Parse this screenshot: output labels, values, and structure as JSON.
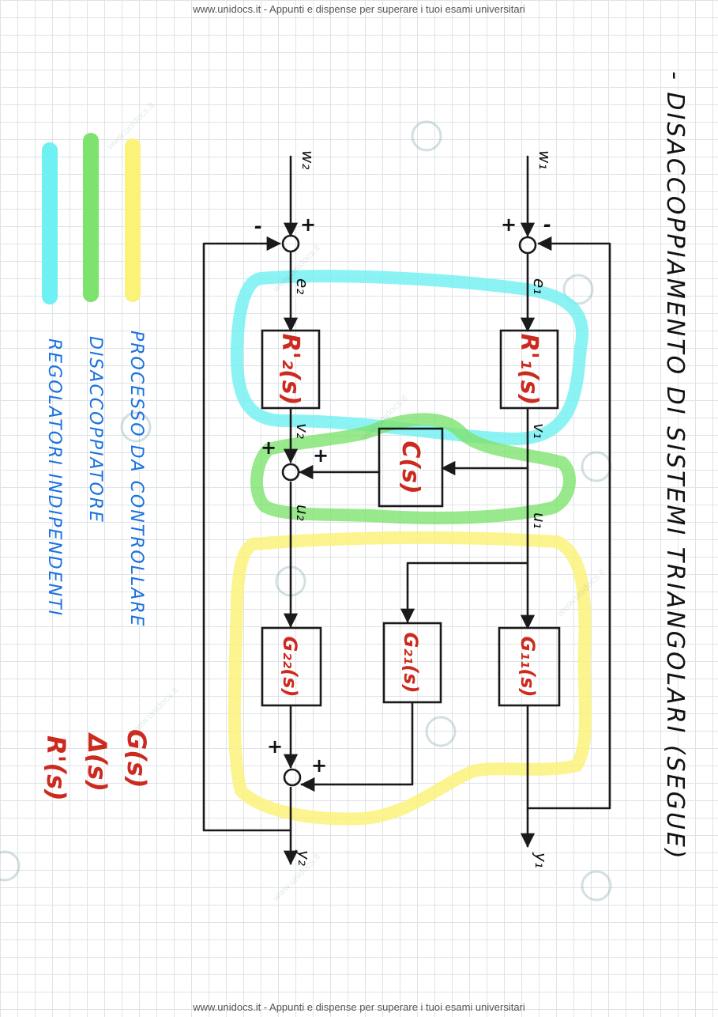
{
  "watermark": {
    "banner": "www.unidocs.it - Appunti e dispense per superare i tuoi esami universitari",
    "site": "www.unidocs.it"
  },
  "title": "- DISACCOPPIAMENTO DI SISTEMI TRIANGOLARI (SEGUE)",
  "signals": {
    "w1": "w₁",
    "w2": "w₂",
    "e1": "e₁",
    "e2": "e₂",
    "v1": "v₁",
    "v2": "v₂",
    "u1": "u₁",
    "u2": "u₂",
    "y1": "y₁",
    "y2": "y₂"
  },
  "blocks": {
    "r1": "R'₁(s)",
    "r2": "R'₂(s)",
    "c": "C(s)",
    "g11": "G₁₁(s)",
    "g21": "G₂₁(s)",
    "g22": "G₂₂(s)"
  },
  "signs": {
    "plus": "+",
    "minus": "-"
  },
  "legend": [
    {
      "color": "#fbf27a",
      "text": "PROCESSO DA CONTROLLARE",
      "symbol": "G(s)"
    },
    {
      "color": "#7ee26f",
      "text": "DISACCOPPIATORE",
      "symbol": "Δ(s)"
    },
    {
      "color": "#6ff0f2",
      "text": "REGOLATORI INDIPENDENTI",
      "symbol": "R'(s)"
    }
  ],
  "colors": {
    "process": "#fbf27a",
    "decoupler": "#7ee26f",
    "regulators": "#6ff0f2",
    "block_text": "#cc2a1e",
    "legend_text": "#1a72e0"
  }
}
